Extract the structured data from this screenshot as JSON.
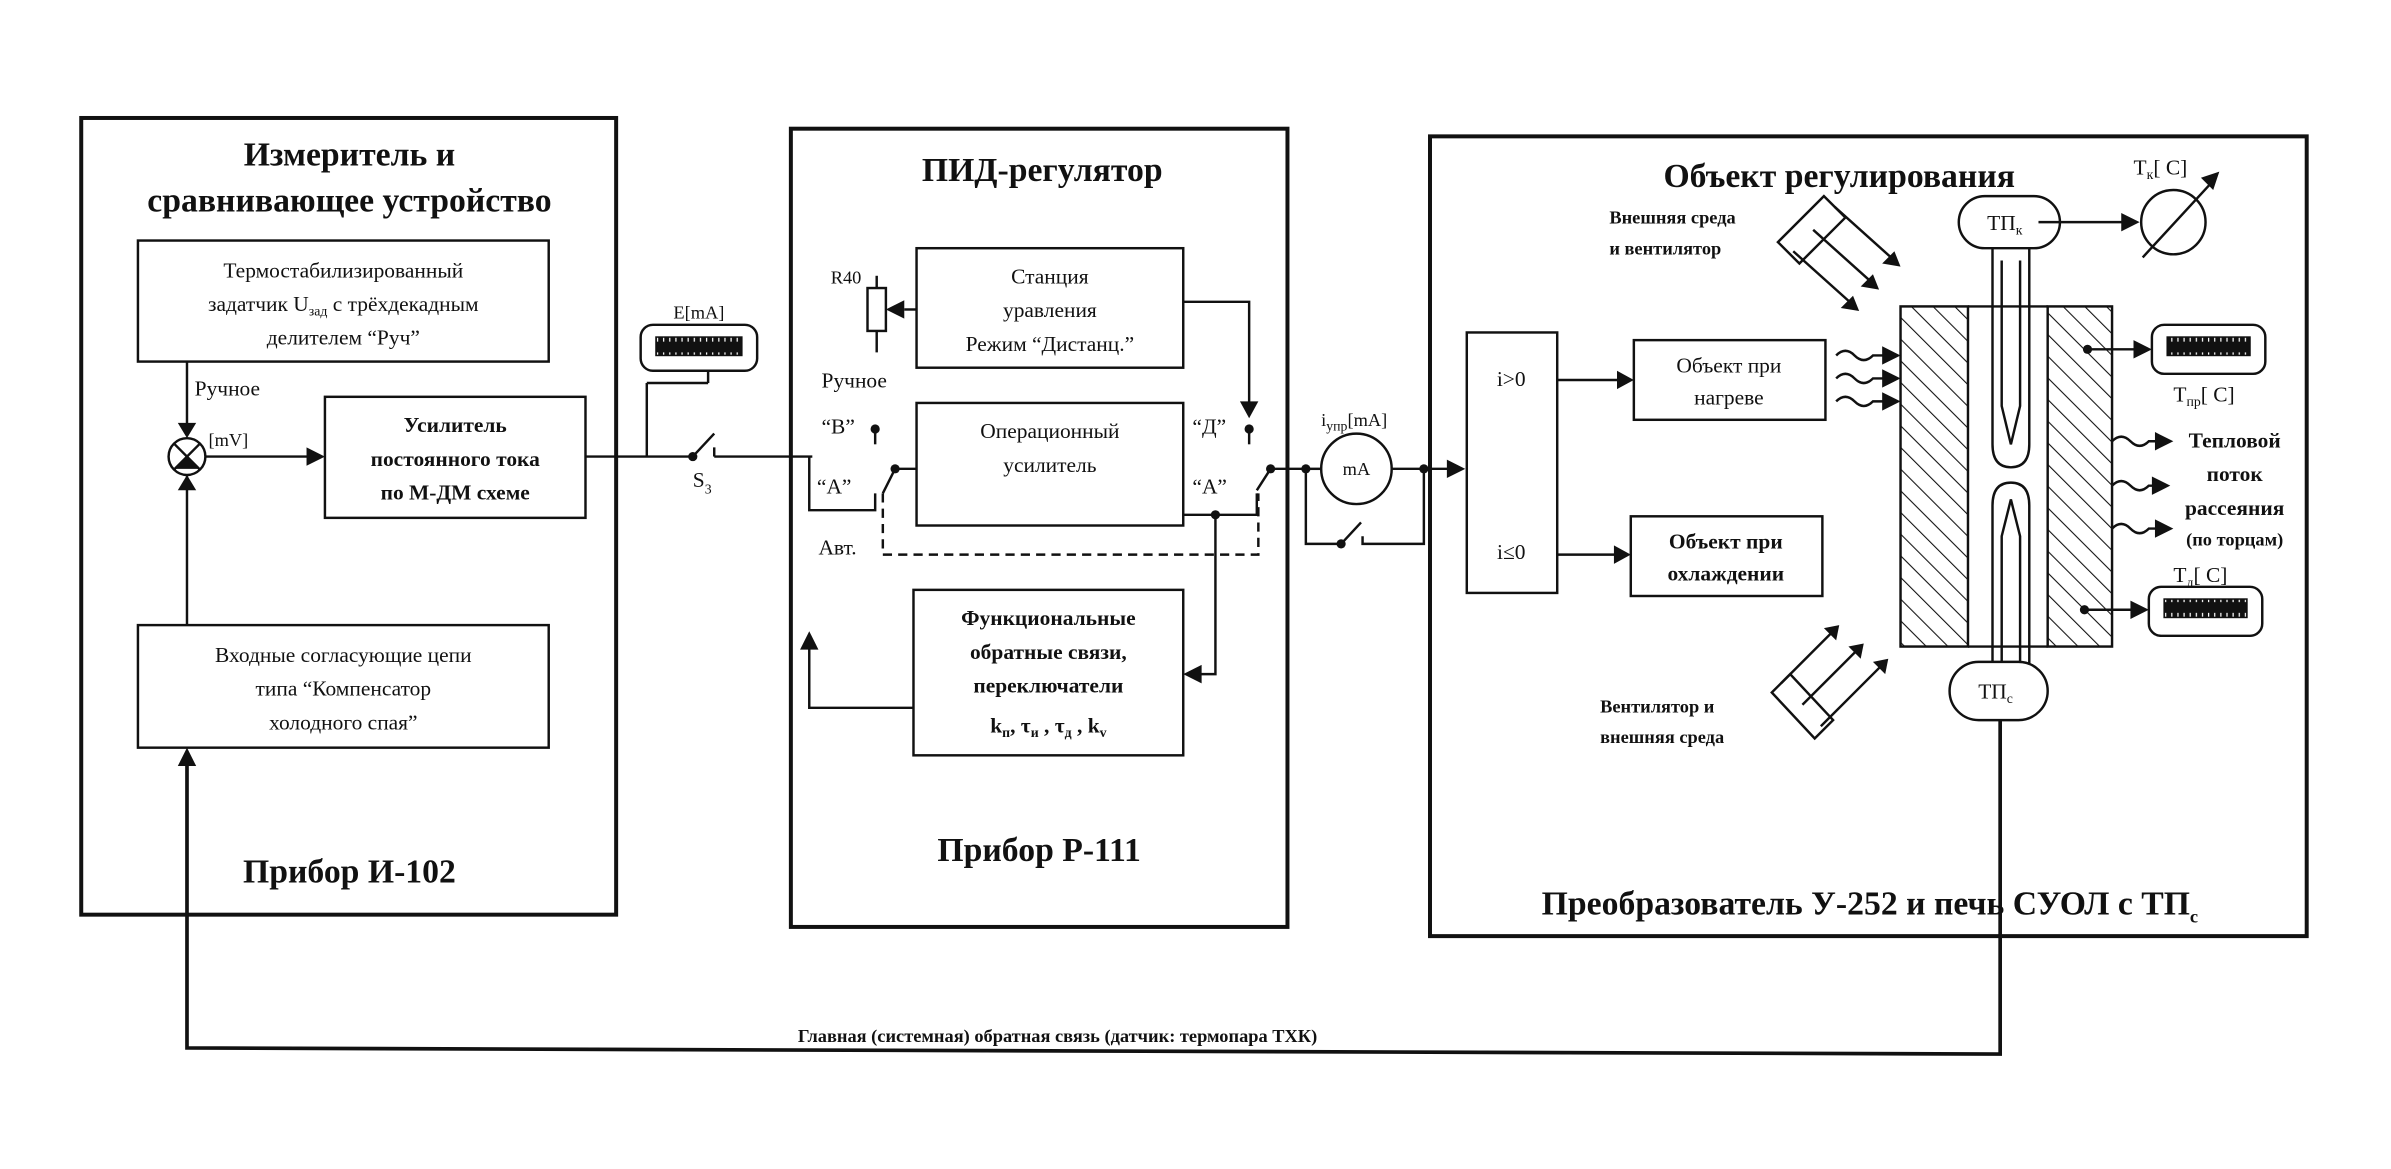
{
  "diagram": {
    "feedback_label": "Главная (системная) обратная связь (датчик: термопара ТХК)",
    "measuring_block": {
      "title_line1": "Измеритель и",
      "title_line2": "сравнивающее устройство",
      "setpoint_box": [
        "Термостабилизированный",
        "задатчик U",
        "зад",
        " с трёхдекадным",
        "делителем “Руч”"
      ],
      "manual_label": "Ручное",
      "mv_label": "[mV]",
      "amplifier_box": [
        "Усилитель",
        "постоянного тока",
        "по М-ДМ схеме"
      ],
      "input_box": [
        "Входные согласующие цепи",
        "типа “Компенсатор",
        "холодного спая”"
      ],
      "device_label": "Прибор И-102"
    },
    "link": {
      "meter_label": "E[mA]",
      "switch_label": "S",
      "switch_sub": "3"
    },
    "pid_block": {
      "title": "ПИД-регулятор",
      "resistor_label": "R40",
      "station_box": [
        "Станция",
        "уравления",
        "Режим “Дистанц.”"
      ],
      "manual_label": "Ручное",
      "pos_b": "“В”",
      "pos_a_left": "“А”",
      "pos_d": "“Д”",
      "pos_a_right": "“А”",
      "auto_label": "Авт.",
      "opamp_box": [
        "Операционный",
        "усилитель"
      ],
      "feedback_box": [
        "Функциональные",
        "обратные связи,",
        "переключатели"
      ],
      "params": [
        "k",
        "п",
        ", τ",
        "и",
        " , τ",
        "д",
        " , k",
        "v"
      ],
      "device_label": "Прибор Р-111"
    },
    "current_meter": {
      "label": "i",
      "label_sub": "упр",
      "label_unit": "[mA]",
      "inner": "mA"
    },
    "object_block": {
      "title": "Объект регулирования",
      "condition_pos": "i>0",
      "condition_neg": "i≤0",
      "heating_box": [
        "Объект при",
        "нагреве"
      ],
      "cooling_box": [
        "Объект при",
        "охлаждении"
      ],
      "env_top": [
        "Внешняя среда",
        "и вентилятор"
      ],
      "env_bottom": [
        "Вентилятор и",
        "внешняя среда"
      ],
      "tc_top": "ТП",
      "tc_top_sub": "к",
      "tc_bottom": "ТП",
      "tc_bottom_sub": "с",
      "tk_label": "T",
      "tk_sub": "к",
      "tk_unit": "[ C]",
      "tpr_label": "T",
      "tpr_sub": "пр",
      "tpr_unit": "[ C]",
      "td_label": "T",
      "td_sub": "д",
      "td_unit": "[ C]",
      "heat_flow": [
        "Тепловой",
        "поток",
        "рассеяния",
        "(по торцам)"
      ],
      "device_label": "Преобразователь У-252 и печь СУОЛ с ТП",
      "device_label_sub": "с"
    }
  }
}
